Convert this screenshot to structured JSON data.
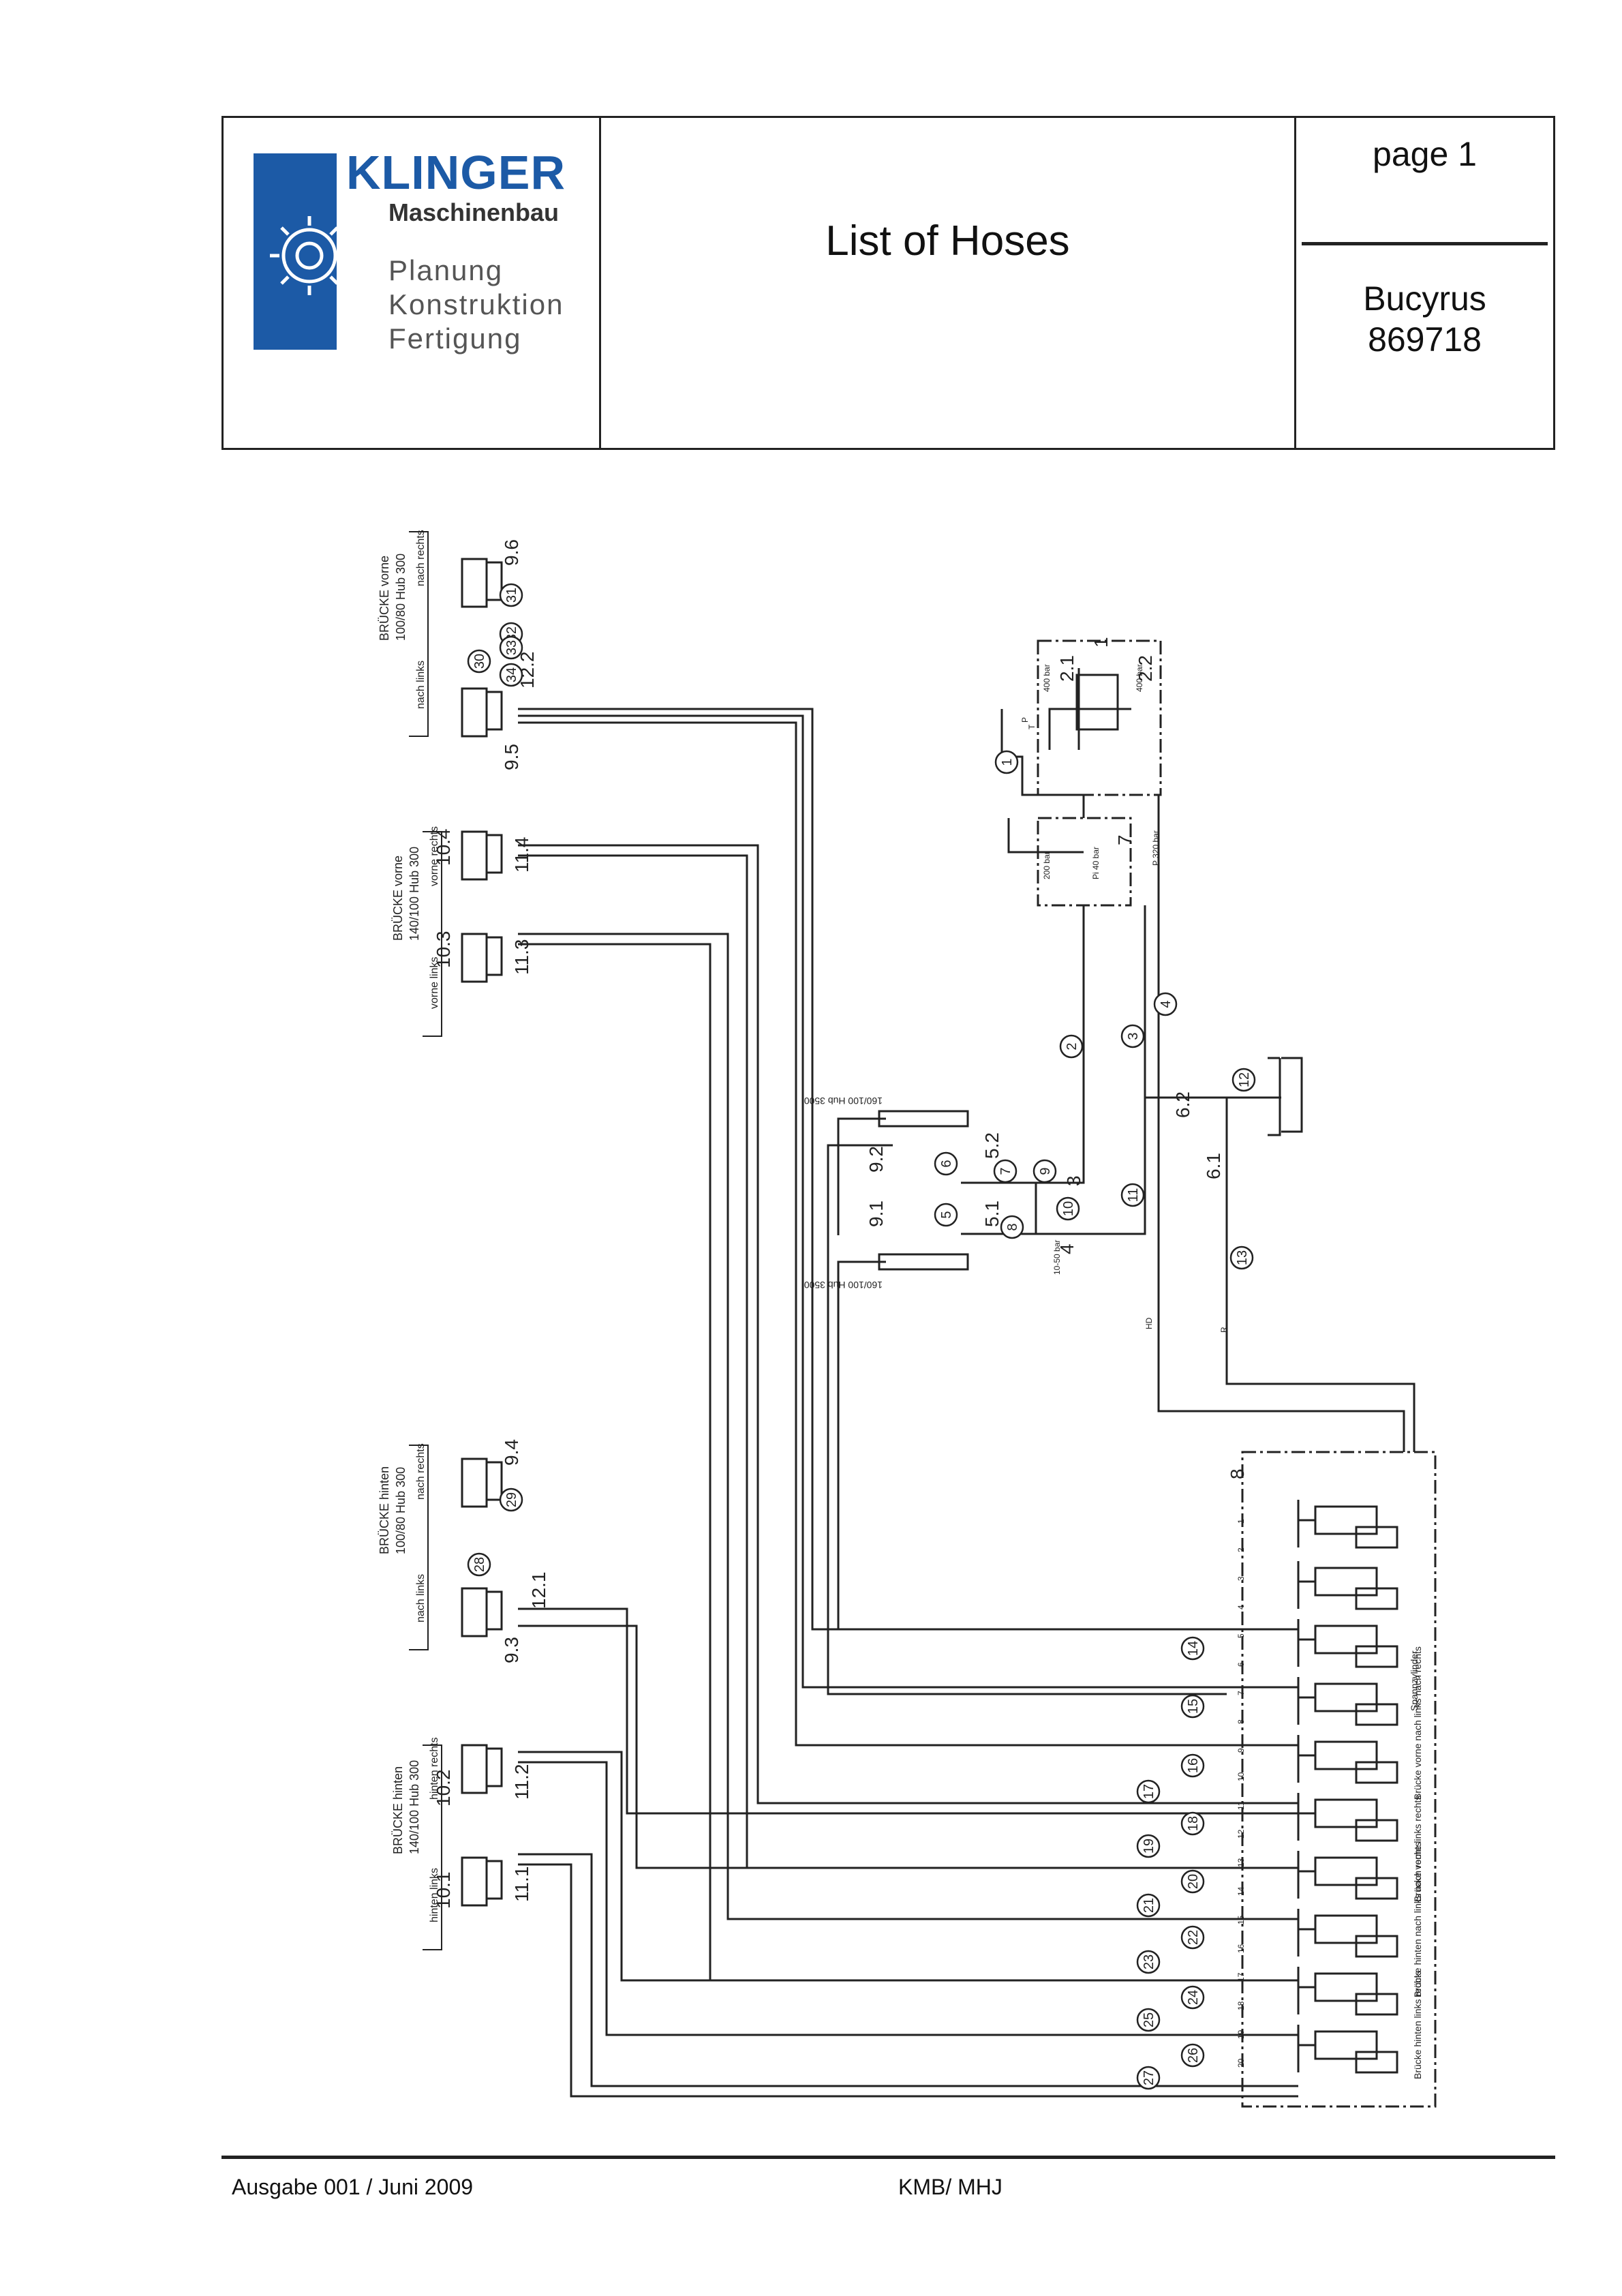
{
  "header": {
    "company": "KLINGER",
    "company_sub": "Maschinenbau",
    "tagline": [
      "Planung",
      "Konstruktion",
      "Fertigung"
    ],
    "title": "List of Hoses",
    "page_label": "page 1",
    "customer": "Bucyrus",
    "order_no": "869718"
  },
  "diagram": {
    "group_labels": [
      {
        "title": "BRÜCKE vorne",
        "spec": "100/80 Hub 300",
        "left": "nach links",
        "right": "nach rechts"
      },
      {
        "title": "BRÜCKE vorne",
        "spec": "140/100 Hub 300",
        "left": "vorne links",
        "right": "vorne rechts"
      },
      {
        "title": "BRÜCKE hinten",
        "spec": "100/80 Hub 300",
        "left": "nach links",
        "right": "nach rechts"
      },
      {
        "title": "BRÜCKE hinten",
        "spec": "140/100 Hub 300",
        "left": "hinten links",
        "right": "hinten rechts"
      }
    ],
    "component_labels": [
      "9.6",
      "9.5",
      "12.2",
      "10.4",
      "11.4",
      "10.3",
      "11.3",
      "9.4",
      "9.3",
      "12.1",
      "10.2",
      "11.2",
      "10.1",
      "11.1",
      "9.2",
      "9.1",
      "5.2",
      "5.1",
      "3",
      "4",
      "6.2",
      "6.1",
      "2.1",
      "2.2",
      "1",
      "7",
      "8"
    ],
    "hose_numbers": [
      "1",
      "2",
      "3",
      "4",
      "5",
      "6",
      "7",
      "8",
      "9",
      "10",
      "11",
      "12",
      "13",
      "14",
      "15",
      "16",
      "17",
      "18",
      "19",
      "20",
      "21",
      "22",
      "23",
      "24",
      "25",
      "26",
      "27",
      "28",
      "29",
      "30",
      "31",
      "32",
      "33",
      "34"
    ],
    "cylinder_spec": "160/100 Hub 3500",
    "pressure_labels": [
      "400 bar",
      "400 bar",
      "200 bar",
      "Pi 40 bar",
      "P 320 bar",
      "10-50 bar"
    ],
    "line_labels": [
      "HD",
      "R",
      "P",
      "T"
    ],
    "port_numbers": [
      "1",
      "2",
      "3",
      "4",
      "5",
      "6",
      "7",
      "8",
      "9",
      "10",
      "11",
      "12",
      "13",
      "14",
      "15",
      "16",
      "17",
      "18",
      "19",
      "20"
    ],
    "valve_bank_labels": [
      "Spannzylinder",
      "Brücke vorne nach links nach rechts",
      "Brücke vorne links rechts",
      "Brücke hinten nach links nach rechts",
      "Brücke hinten links rechts"
    ]
  },
  "footer": {
    "edition": "Ausgabe 001 /  Juni 2009",
    "author": "KMB/ MHJ"
  }
}
